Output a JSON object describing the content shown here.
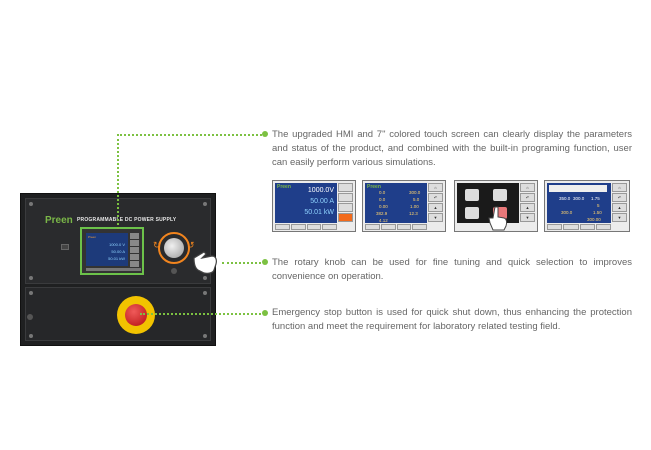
{
  "cabinet": {
    "brand": "Preen",
    "model_label": "PROGRAMMABLE DC POWER SUPPLY",
    "lcd": {
      "v1": "1000.0 V",
      "v2": "50.00 A",
      "v3": "50.01 kW"
    }
  },
  "descriptions": {
    "hmi": "The upgraded HMI and 7\" colored touch screen can clearly display the parameters and status of the product, and combined with the built-in programing function, user can easily perform various simulations.",
    "knob": "The rotary knob can be used for fine tuning and quick selection to improves convenience on operation.",
    "estop": "Emergency stop button is used for quick shut down, thus enhancing the protection function and meet the requirement for laboratory related testing field."
  },
  "thumb1": {
    "brand": "Preen",
    "v": "1000.0",
    "vu": "V",
    "a": "50.00",
    "au": "A",
    "p": "50.01",
    "pu": "kW"
  },
  "thumb2": {
    "brand": "Preen",
    "r1": "0.0",
    "r1b": "300.0",
    "r2": "0.0",
    "r2b": "5.0",
    "r3": "0.00",
    "r3b": "1.00",
    "r4": "382.9",
    "r4b": "12.3",
    "r5": "4.12"
  },
  "thumb4": {
    "r1": "350.0",
    "r1b": "300.0",
    "r2": "1.75",
    "r3": "300.0",
    "r3b": "1.50",
    "r4": "5",
    "r5": "300.00"
  },
  "colors": {
    "accent": "#7cc142",
    "knob_ring": "#f2851e",
    "estop": "#d11a1a"
  },
  "icons": [
    "hand-pointer-icon",
    "home-icon",
    "back-icon",
    "up-icon",
    "down-icon",
    "search-icon",
    "refresh-icon"
  ]
}
